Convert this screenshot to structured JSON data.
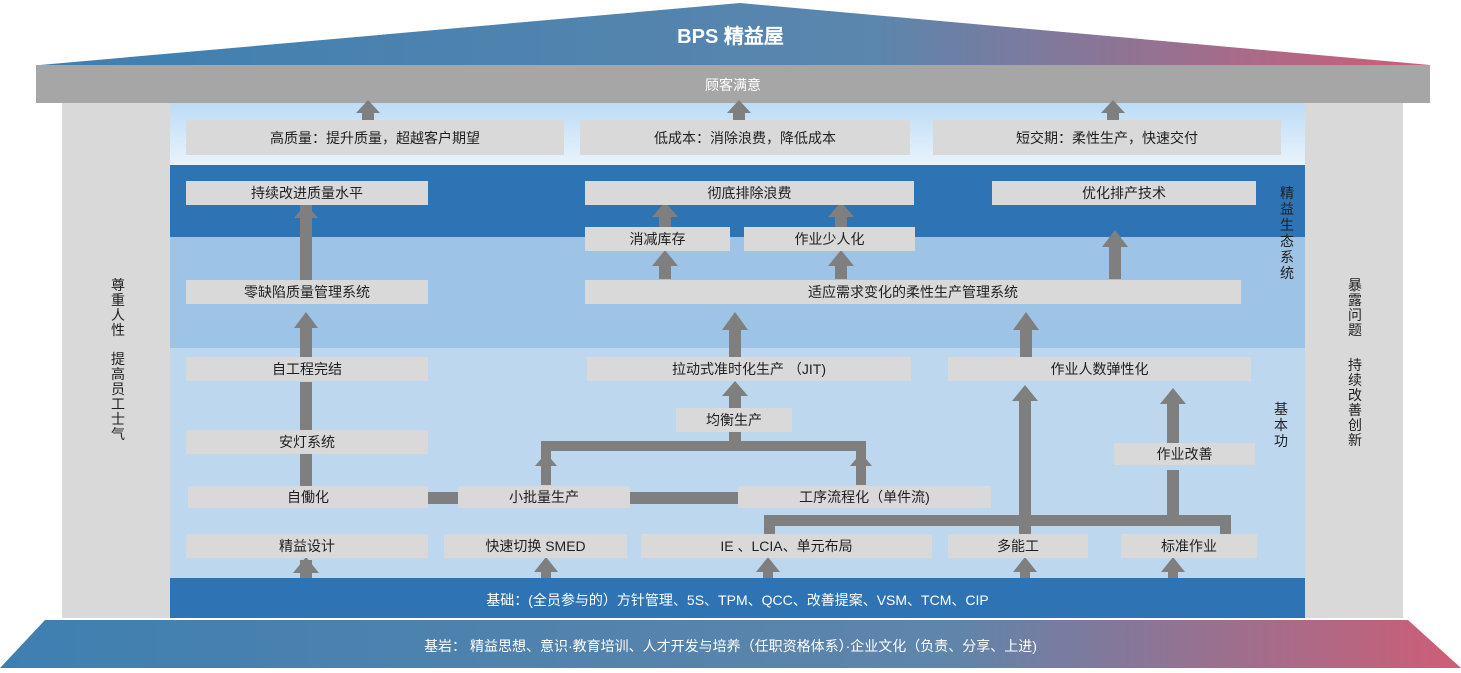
{
  "roof": {
    "title": "BPS 精益屋",
    "customer": "顾客满意"
  },
  "pillars": {
    "left": {
      "line1": "尊重人性",
      "line2": "提高员工士气"
    },
    "right": {
      "line1": "暴露问题",
      "line2": "持续改善创新"
    }
  },
  "side_labels": {
    "ecosystem": "精益生态系统",
    "basics": "基本功"
  },
  "goals": {
    "quality": "高质量：提升质量，超越客户期望",
    "cost": "低成本：消除浪费，降低成本",
    "delivery": "短交期：柔性生产，快速交付"
  },
  "ecosystem": {
    "continuous_quality": "持续改进质量水平",
    "eliminate_waste": "彻底排除浪费",
    "optimize_scheduling": "优化排产技术",
    "reduce_inventory": "消减库存",
    "reduce_labor": "作业少人化",
    "zero_defect": "零缺陷质量管理系统",
    "flexible_system": "适应需求变化的柔性生产管理系统"
  },
  "basics": {
    "self_completion": "自工程完结",
    "jit": "拉动式准时化生产 （JIT)",
    "flex_staffing": "作业人数弹性化",
    "leveling": "均衡生产",
    "andon": "安灯系统",
    "work_improvement": "作业改善",
    "jidoka": "自働化",
    "small_batch": "小批量生产",
    "process_flow": "工序流程化（单件流)",
    "lean_design": "精益设计",
    "smed": "快速切换 SMED",
    "ie_layout": "IE 、LCIA、单元布局",
    "multi_skill": "多能工",
    "standard_work": "标准作业"
  },
  "foundation": "基础：(全员参与的）方针管理、5S、TPM、QCC、改善提案、VSM、TCM、CIP",
  "bedrock": "基岩： 精益思想、意识·教育培训、人才开发与培养（任职资格体系）·企业文化（负责、分享、上进)",
  "colors": {
    "roof_left": "#3f7fb0",
    "roof_right": "#c9607a",
    "dark_blue": "#2e74b5",
    "mid_blue": "#9dc3e6",
    "light_blue": "#bdd7ee",
    "box_gray": "#d9d9d9",
    "pillar_gray": "#d9d9d9",
    "arrow_gray": "#7f7f7f"
  }
}
